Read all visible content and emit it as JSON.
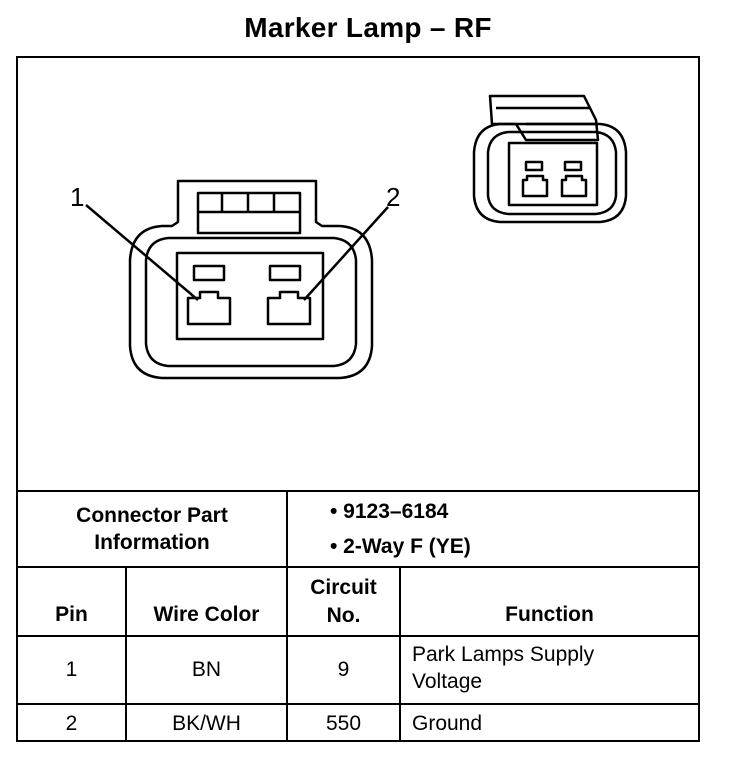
{
  "title": "Marker Lamp – RF",
  "diagram": {
    "pin_callouts": [
      "1",
      "2"
    ]
  },
  "connector_info": {
    "label_line1": "Connector Part",
    "label_line2": "Information",
    "bullets": [
      "• 9123–6184",
      "• 2-Way F (YE)"
    ]
  },
  "table": {
    "headers": {
      "pin": "Pin",
      "wire_color": "Wire Color",
      "circuit_line1": "Circuit",
      "circuit_line2": "No.",
      "function": "Function"
    },
    "rows": [
      {
        "pin": "1",
        "wire_color": "BN",
        "circuit": "9",
        "function_line1": "Park Lamps Supply",
        "function_line2": "Voltage"
      },
      {
        "pin": "2",
        "wire_color": "BK/WH",
        "circuit": "550",
        "function_line1": "Ground",
        "function_line2": ""
      }
    ]
  }
}
